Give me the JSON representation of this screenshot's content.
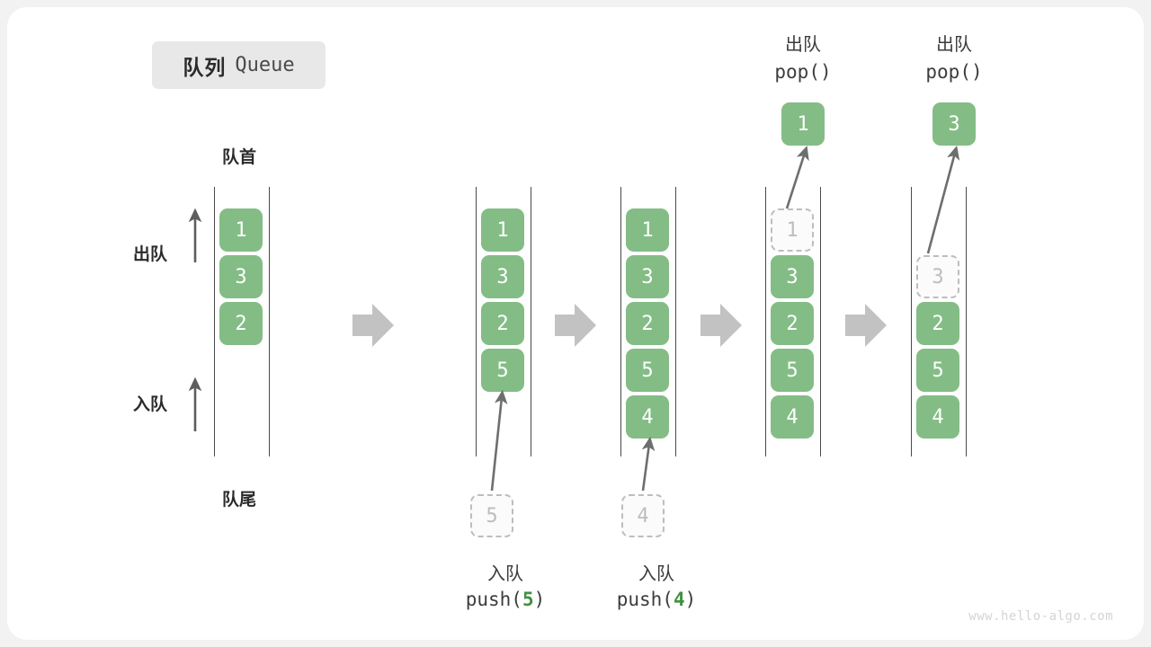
{
  "page": {
    "watermark": "www.hello-algo.com",
    "background": "#f2f2f2",
    "card_background": "#ffffff",
    "accent_green": "#83bd85",
    "ghost_gray": "#bdbdbd",
    "rail_color": "#4a4a4a",
    "arrow_gray": "#c2c2c2"
  },
  "title": {
    "cn": "队列",
    "en": "Queue"
  },
  "axis_labels": {
    "front": "队首",
    "rear": "队尾",
    "dequeue": "出队",
    "enqueue": "入队"
  },
  "columns": [
    {
      "id": "state-initial",
      "cells": [
        {
          "value": "1",
          "state": "solid"
        },
        {
          "value": "3",
          "state": "solid"
        },
        {
          "value": "2",
          "state": "solid"
        }
      ]
    },
    {
      "id": "state-after-push-5",
      "cells": [
        {
          "value": "1",
          "state": "solid"
        },
        {
          "value": "3",
          "state": "solid"
        },
        {
          "value": "2",
          "state": "solid"
        },
        {
          "value": "5",
          "state": "solid"
        }
      ],
      "incoming": {
        "value": "5",
        "state": "ghost"
      },
      "caption_cn": "入队",
      "caption_code_prefix": "push(",
      "caption_code_num": "5",
      "caption_code_suffix": ")"
    },
    {
      "id": "state-after-push-4",
      "cells": [
        {
          "value": "1",
          "state": "solid"
        },
        {
          "value": "3",
          "state": "solid"
        },
        {
          "value": "2",
          "state": "solid"
        },
        {
          "value": "5",
          "state": "solid"
        },
        {
          "value": "4",
          "state": "solid"
        }
      ],
      "incoming": {
        "value": "4",
        "state": "ghost"
      },
      "caption_cn": "入队",
      "caption_code_prefix": "push(",
      "caption_code_num": "4",
      "caption_code_suffix": ")"
    },
    {
      "id": "state-after-pop-1",
      "cells": [
        {
          "value": "1",
          "state": "ghost"
        },
        {
          "value": "3",
          "state": "solid"
        },
        {
          "value": "2",
          "state": "solid"
        },
        {
          "value": "5",
          "state": "solid"
        },
        {
          "value": "4",
          "state": "solid"
        }
      ],
      "outgoing": {
        "value": "1",
        "state": "solid"
      },
      "caption_cn": "出队",
      "caption_code": "pop()"
    },
    {
      "id": "state-after-pop-3",
      "cells": [
        {
          "value": "",
          "state": "empty"
        },
        {
          "value": "3",
          "state": "ghost"
        },
        {
          "value": "2",
          "state": "solid"
        },
        {
          "value": "5",
          "state": "solid"
        },
        {
          "value": "4",
          "state": "solid"
        }
      ],
      "outgoing": {
        "value": "3",
        "state": "solid"
      },
      "caption_cn": "出队",
      "caption_code": "pop()"
    }
  ]
}
